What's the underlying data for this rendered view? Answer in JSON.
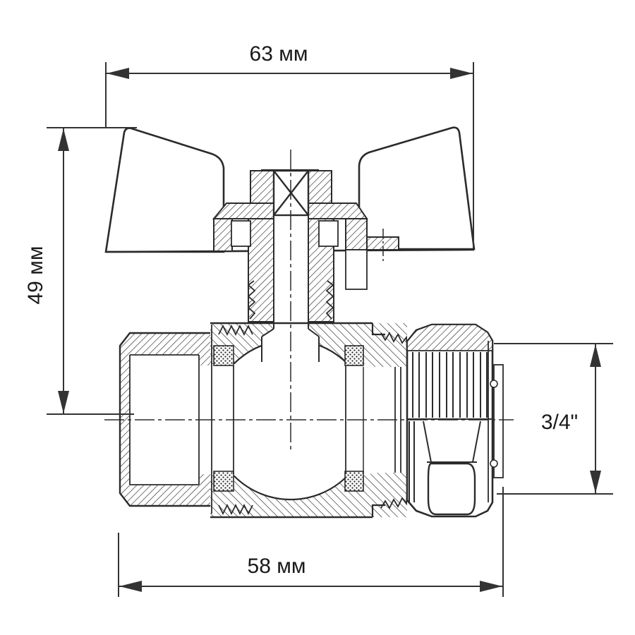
{
  "dimensions": {
    "top_width": {
      "label": "63 мм"
    },
    "left_height": {
      "label": "49 мм"
    },
    "right_size": {
      "label": "3/4\""
    },
    "bottom_length": {
      "label": "58 мм"
    }
  },
  "colors": {
    "line": "#2b2b2b",
    "text": "#1a1a1a",
    "background": "#ffffff"
  }
}
